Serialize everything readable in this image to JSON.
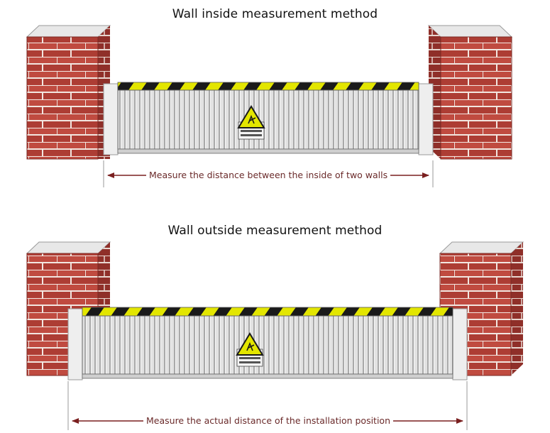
{
  "sections": [
    {
      "title": "Wall inside measurement method",
      "measure_label": "Measure the distance between the inside of two walls"
    },
    {
      "title": "Wall outside measurement method",
      "measure_label": "Measure the actual distance of the installation position"
    }
  ],
  "sign_icon": "warning-triangle-icon",
  "colors": {
    "brick": "#b5433a",
    "mortar": "#f2e6e0",
    "cap": "#e6e6e6",
    "stripe_yellow": "#e3e600",
    "stripe_black": "#1a1a1a",
    "panel": "#dcdcdc",
    "arrow": "#7a1f1f"
  }
}
